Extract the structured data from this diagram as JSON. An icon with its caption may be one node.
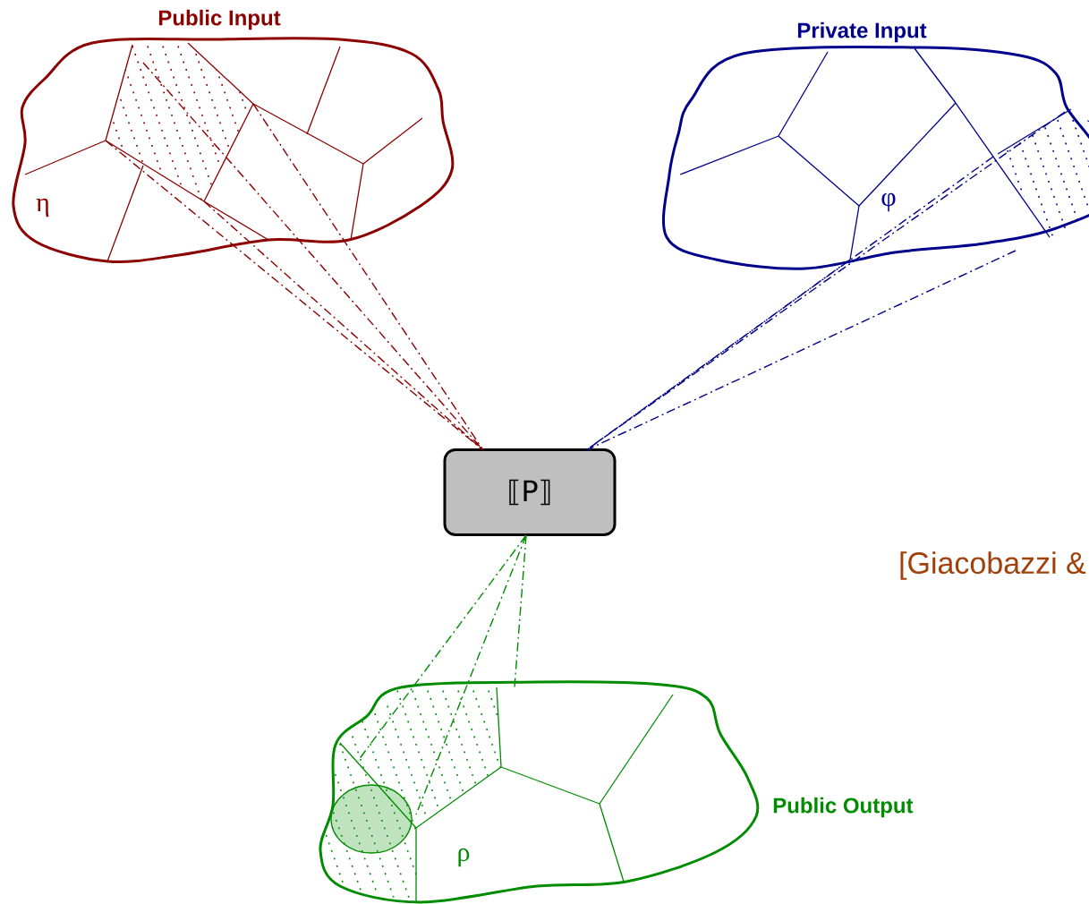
{
  "diagram": {
    "nodes": [
      {
        "text": [
          "Public Input",
          "η"
        ]
      },
      {
        "text": [
          "Private Input",
          "φ"
        ]
      },
      {
        "text": [
          "⟦P⟧"
        ]
      },
      {
        "text": [
          "Public Output",
          "ρ"
        ]
      }
    ],
    "edges": [
      {
        "from": 0,
        "to": 2,
        "arrow": "none",
        "style": "dashed",
        "color": "#8b0000"
      },
      {
        "from": 1,
        "to": 2,
        "arrow": "none",
        "style": "dashed",
        "color": "#00008b"
      },
      {
        "from": 2,
        "to": 3,
        "arrow": "none",
        "style": "dashed",
        "color": "#008c00"
      }
    ],
    "labels": [
      "[Giacobazzi &"
    ]
  }
}
